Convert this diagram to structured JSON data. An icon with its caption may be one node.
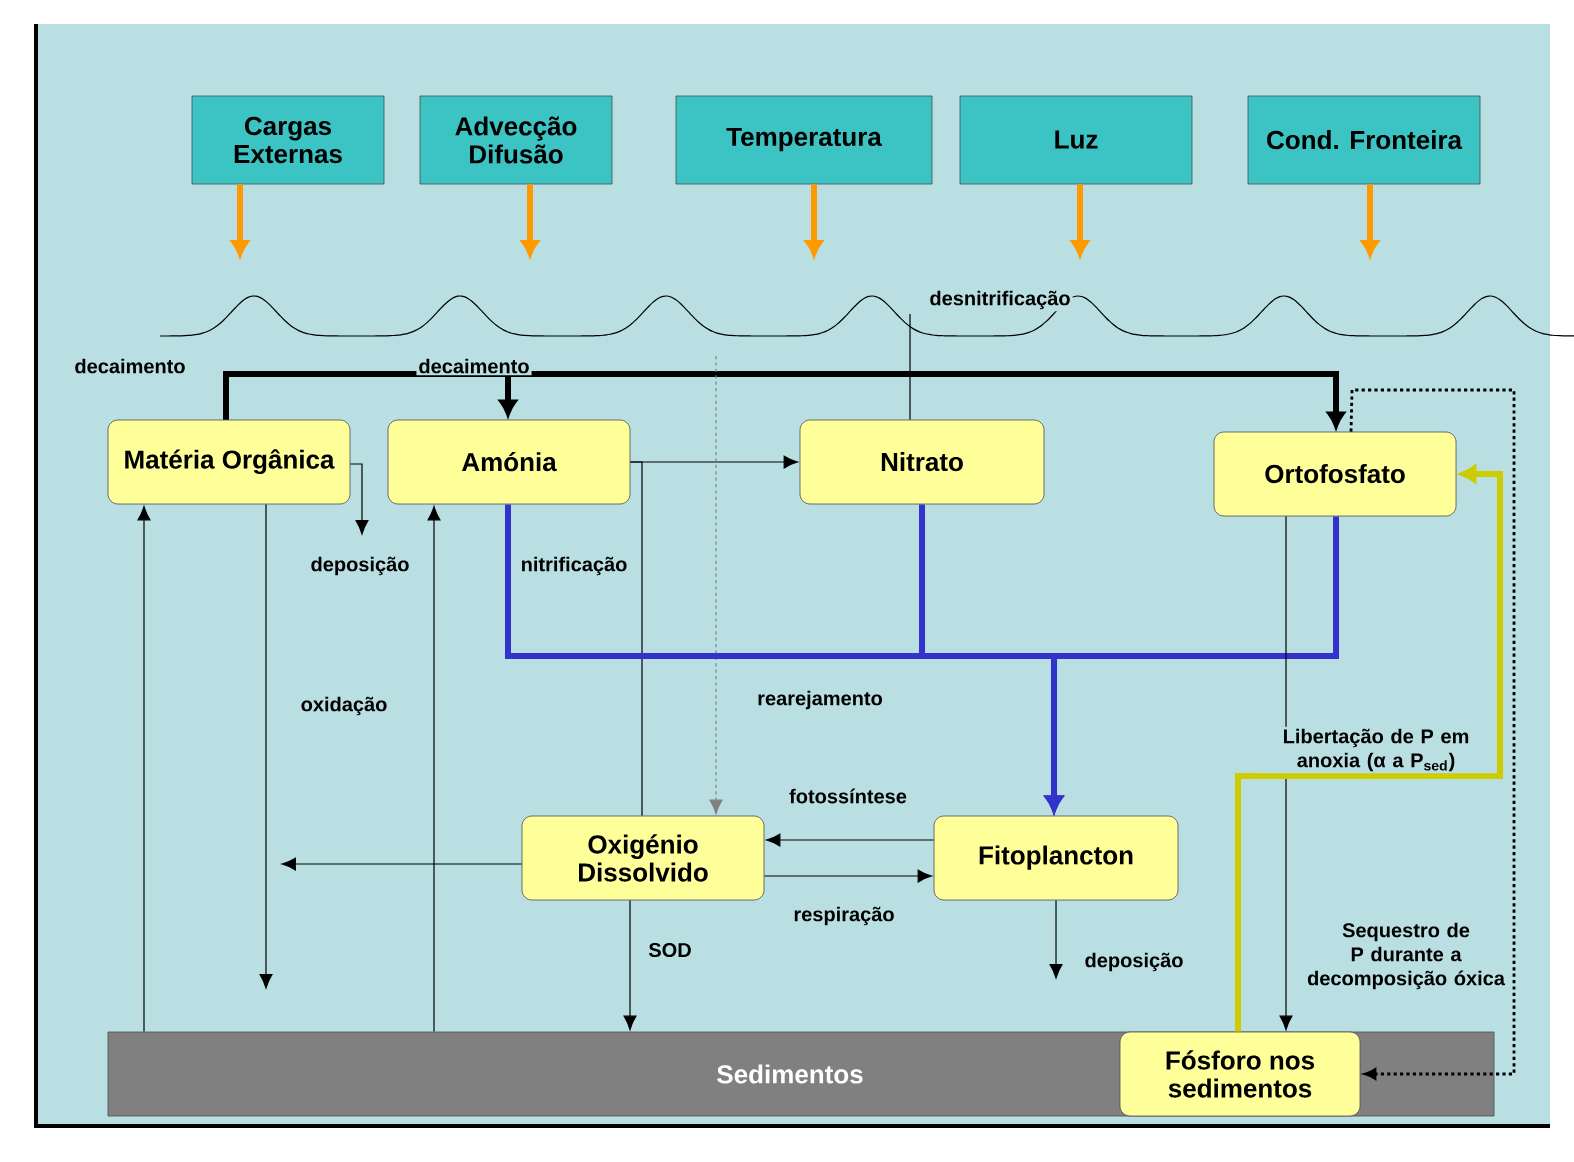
{
  "diagram": {
    "nodes": [
      {
        "text": [
          "Cargas Externas"
        ]
      },
      {
        "text": [
          "Advecção Difusão"
        ]
      },
      {
        "text": [
          "Temperatura"
        ]
      },
      {
        "text": [
          "Luz"
        ]
      },
      {
        "text": [
          "Cond. Fronteira"
        ]
      },
      {
        "text": [
          "Matéria Orgânica"
        ]
      },
      {
        "text": [
          "Amónia"
        ]
      },
      {
        "text": [
          "Nitrato"
        ]
      },
      {
        "text": [
          "Ortofosfato"
        ]
      },
      {
        "text": [
          "Oxigénio Dissolvido"
        ]
      },
      {
        "text": [
          "Fitoplancton"
        ]
      },
      {
        "text": [
          "Sedimentos"
        ]
      },
      {
        "text": [
          "Fósforo nos sedimentos"
        ],
        "in": 11
      }
    ],
    "edges": [
      {
        "from": 0,
        "to": null,
        "arrow": "to",
        "style": "thick",
        "color": "#ff9900"
      },
      {
        "from": 1,
        "to": null,
        "arrow": "to",
        "style": "thick",
        "color": "#ff9900"
      },
      {
        "from": 2,
        "to": null,
        "arrow": "to",
        "style": "thick",
        "color": "#ff9900"
      },
      {
        "from": 3,
        "to": null,
        "arrow": "to",
        "style": "thick",
        "color": "#ff9900"
      },
      {
        "from": 4,
        "to": null,
        "arrow": "to",
        "style": "thick",
        "color": "#ff9900"
      },
      {
        "from": 5,
        "to": 6,
        "arrow": "to",
        "label": "decaimento",
        "style": "thick"
      },
      {
        "from": 5,
        "to": 8,
        "arrow": "to",
        "label": "decaimento",
        "style": "thick"
      },
      {
        "from": 6,
        "to": 7,
        "arrow": "to"
      },
      {
        "from": 6,
        "to": 9,
        "arrow": "none",
        "label": "nitrificação"
      },
      {
        "from": 7,
        "to": null,
        "arrow": "none",
        "label": "desnitrificação"
      },
      {
        "from": 5,
        "to": null,
        "arrow": "to",
        "label": "deposição"
      },
      {
        "from": 5,
        "to": null,
        "arrow": "to",
        "label": "oxidação"
      },
      {
        "from": 11,
        "to": 5,
        "arrow": "to"
      },
      {
        "from": 11,
        "to": 6,
        "arrow": "to"
      },
      {
        "from": null,
        "to": 9,
        "arrow": "to",
        "label": "rearejamento",
        "style": "dashed",
        "color": "#808080"
      },
      {
        "from": 9,
        "to": null,
        "arrow": "to"
      },
      {
        "from": 9,
        "to": 11,
        "arrow": "to",
        "label": "SOD"
      },
      {
        "from": 10,
        "to": 9,
        "arrow": "to",
        "label": "fotossíntese"
      },
      {
        "from": 9,
        "to": 10,
        "arrow": "to",
        "label": "respiração"
      },
      {
        "from": 10,
        "to": null,
        "arrow": "to",
        "label": "deposição"
      },
      {
        "from": 6,
        "to": 10,
        "arrow": "to",
        "style": "thick",
        "color": "#3333cc"
      },
      {
        "from": 7,
        "to": 10,
        "arrow": "to",
        "style": "thick",
        "color": "#3333cc"
      },
      {
        "from": 8,
        "to": 10,
        "arrow": "to",
        "style": "thick",
        "color": "#3333cc"
      },
      {
        "from": 8,
        "to": 12,
        "arrow": "to"
      },
      {
        "from": 12,
        "to": 8,
        "arrow": "to",
        "label": "Libertação de P em anoxia (α a P$_{sed}$)",
        "style": "thick",
        "color": "#cccc00"
      },
      {
        "from": 8,
        "to": 12,
        "arrow": "to",
        "label": "Sequestro de P durante a decomposição óxica",
        "style": "dashed"
      }
    ]
  }
}
